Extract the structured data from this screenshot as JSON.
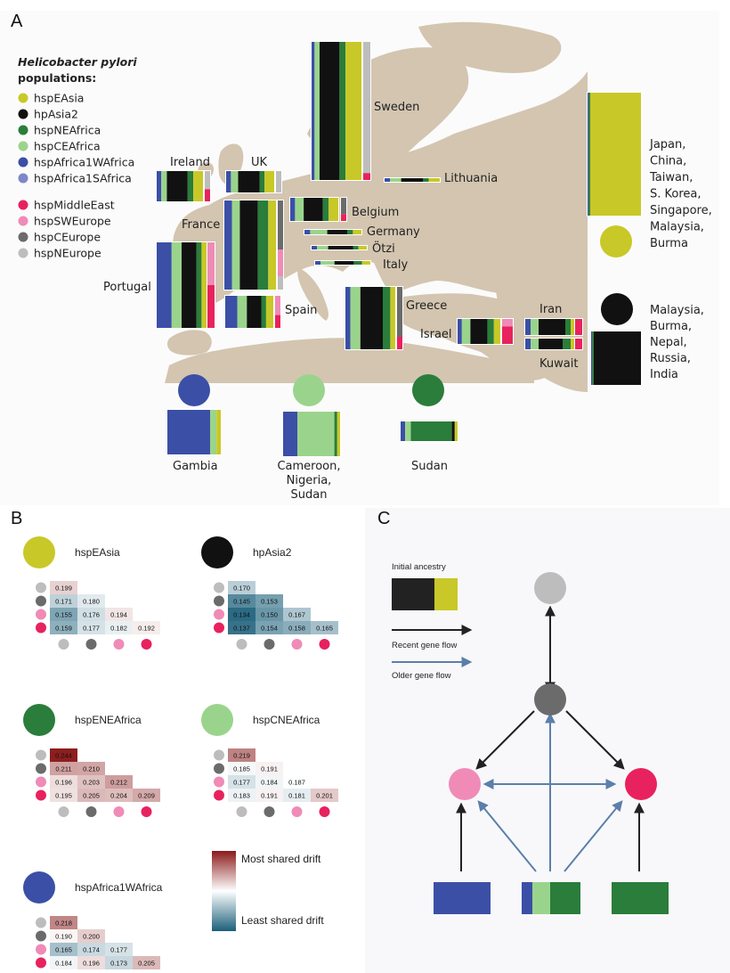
{
  "colors": {
    "hspEAsia": "#c8c828",
    "hpAsia2": "#111111",
    "hspNEAfrica": "#2a7d3a",
    "hspCEAfrica": "#9ad48c",
    "hspAfrica1WAfrica": "#3b4fa6",
    "hspAfrica1SAfrica": "#7f86c9",
    "hspMiddleEast": "#e8225e",
    "hspSWEurope": "#ef8bb6",
    "hspCEurope": "#6b6b6b",
    "hspNEurope": "#bdbdbd",
    "land": "#d3c5b0",
    "sea": "#fbfbfb"
  },
  "panels": {
    "a": "A",
    "b": "B",
    "c": "C"
  },
  "legend": {
    "title_italic": "Helicobacter pylori",
    "title_rest": "populations:",
    "items": [
      "hspEAsia",
      "hpAsia2",
      "hspNEAfrica",
      "hspCEAfrica",
      "hspAfrica1WAfrica",
      "hspAfrica1SAfrica",
      "hspMiddleEast",
      "hspSWEurope",
      "hspCEurope",
      "hspNEurope"
    ]
  },
  "map_labels": {
    "sweden": "Sweden",
    "ireland": "Ireland",
    "uk": "UK",
    "lithuania": "Lithuania",
    "france": "France",
    "belgium": "Belgium",
    "germany": "Germany",
    "otzi": "Ötzi",
    "italy": "Italy",
    "portugal": "Portugal",
    "spain": "Spain",
    "greece": "Greece",
    "iran": "Iran",
    "israel": "Israel",
    "kuwait": "Kuwait",
    "east_asia": [
      "Japan,",
      "China,",
      "Taiwan,",
      "S. Korea,",
      "Singapore,",
      "Malaysia,",
      "Burma"
    ],
    "south_asia": [
      "Malaysia,",
      "Burma,",
      "Nepal,",
      "Russia,",
      "India"
    ],
    "gambia": "Gambia",
    "cameroon": [
      "Cameroon,",
      "Nigeria,",
      "Sudan"
    ],
    "sudan": "Sudan"
  },
  "panel_b": {
    "matrices": [
      {
        "name": "hspEAsia",
        "color": "#c8c828",
        "values": [
          [
            0.199
          ],
          [
            0.171,
            0.18
          ],
          [
            0.155,
            0.176,
            0.194
          ],
          [
            0.159,
            0.177,
            0.182,
            0.192
          ]
        ]
      },
      {
        "name": "hpAsia2",
        "color": "#111111",
        "values": [
          [
            0.17
          ],
          [
            0.145,
            0.153
          ],
          [
            0.134,
            0.15,
            0.167
          ],
          [
            0.137,
            0.154,
            0.158,
            0.165
          ]
        ]
      },
      {
        "name": "hspENEAfrica",
        "color": "#2a7d3a",
        "values": [
          [
            0.244
          ],
          [
            0.211,
            0.21
          ],
          [
            0.196,
            0.203,
            0.212
          ],
          [
            0.195,
            0.205,
            0.204,
            0.209
          ]
        ]
      },
      {
        "name": "hspCNEAfrica",
        "color": "#9ad48c",
        "values": [
          [
            0.219
          ],
          [
            0.185,
            0.191
          ],
          [
            0.177,
            0.184,
            0.187
          ],
          [
            0.183,
            0.191,
            0.181,
            0.201
          ]
        ]
      },
      {
        "name": "hspAfrica1WAfrica",
        "color": "#3b4fa6",
        "values": [
          [
            0.218
          ],
          [
            0.19,
            0.2
          ],
          [
            0.165,
            0.174,
            0.177
          ],
          [
            0.184,
            0.196,
            0.173,
            0.205
          ]
        ]
      }
    ],
    "color_scale": {
      "top_label": "Most shared drift",
      "bottom_label": "Least shared drift"
    }
  },
  "panel_c": {
    "initial_ancestry": "Initial ancestry",
    "recent_flow": "Recent gene flow",
    "older_flow": "Older gene flow"
  }
}
